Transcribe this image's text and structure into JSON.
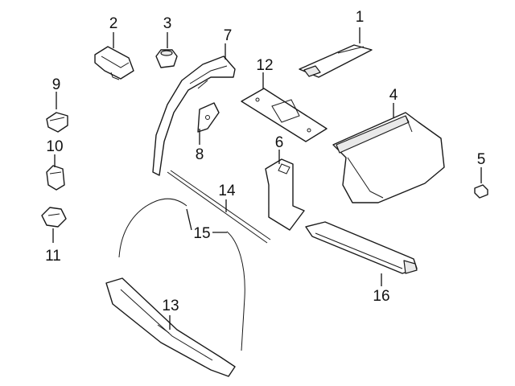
{
  "diagram": {
    "callouts": [
      {
        "id": "1",
        "label": "1"
      },
      {
        "id": "2",
        "label": "2"
      },
      {
        "id": "3",
        "label": "3"
      },
      {
        "id": "4",
        "label": "4"
      },
      {
        "id": "5",
        "label": "5"
      },
      {
        "id": "6",
        "label": "6"
      },
      {
        "id": "7",
        "label": "7"
      },
      {
        "id": "8",
        "label": "8"
      },
      {
        "id": "9",
        "label": "9"
      },
      {
        "id": "10",
        "label": "10"
      },
      {
        "id": "11",
        "label": "11"
      },
      {
        "id": "12",
        "label": "12"
      },
      {
        "id": "13",
        "label": "13"
      },
      {
        "id": "14",
        "label": "14"
      },
      {
        "id": "15",
        "label": "15"
      },
      {
        "id": "16",
        "label": "16"
      }
    ],
    "colors": {
      "line": "#1a1a1a",
      "background": "#ffffff",
      "shade": "#e9e9e9"
    }
  }
}
